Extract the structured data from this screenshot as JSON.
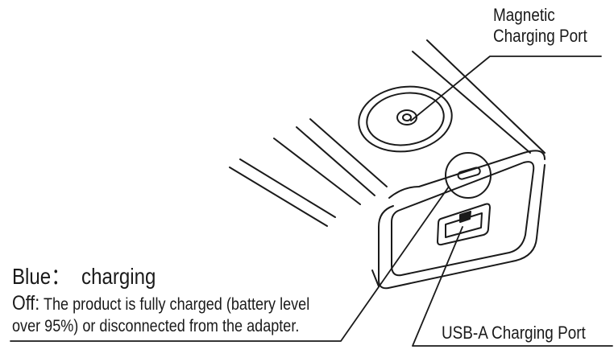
{
  "callouts": {
    "magnetic_port": [
      "Magnetic",
      "Charging Port"
    ],
    "usb_a_port": "USB-A Charging Port"
  },
  "status": {
    "blue_label": "Blue：",
    "blue_text": "charging",
    "off_label": "Off:",
    "off_text_line1": "The product is fully charged (battery level",
    "off_text_line2": "over 95%) or disconnected from the adapter."
  },
  "colors": {
    "line": "#1a1a1a",
    "background": "#ffffff"
  }
}
